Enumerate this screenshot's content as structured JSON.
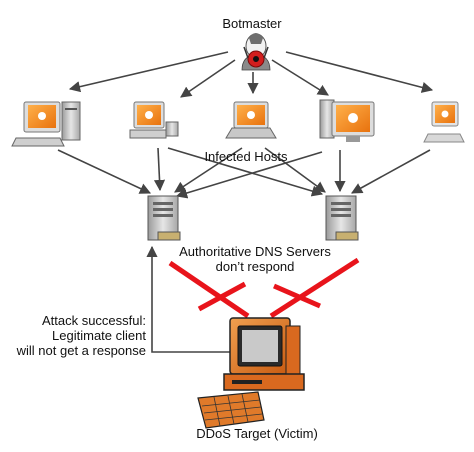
{
  "labels": {
    "botmaster": "Botmaster",
    "infected_hosts": "Infected Hosts",
    "dns_servers_line1": "Authoritative DNS Servers",
    "dns_servers_line2": "don’t respond",
    "attack_line1": "Attack successful:",
    "attack_line2": "Legitimate client",
    "attack_line3": "will not get a response",
    "target": "DDoS Target (Victim)"
  },
  "colors": {
    "arrow": "#444444",
    "blocked": "#e8141b",
    "victim_body": "#d9691f",
    "victim_screen": "#c94f10",
    "host_screen": "#f28c1e",
    "server": "#cfcfcf"
  },
  "icons": {
    "botmaster": "botmaster-icon",
    "host": "infected-computer-icon",
    "server": "dns-server-icon",
    "victim": "victim-computer-icon"
  }
}
